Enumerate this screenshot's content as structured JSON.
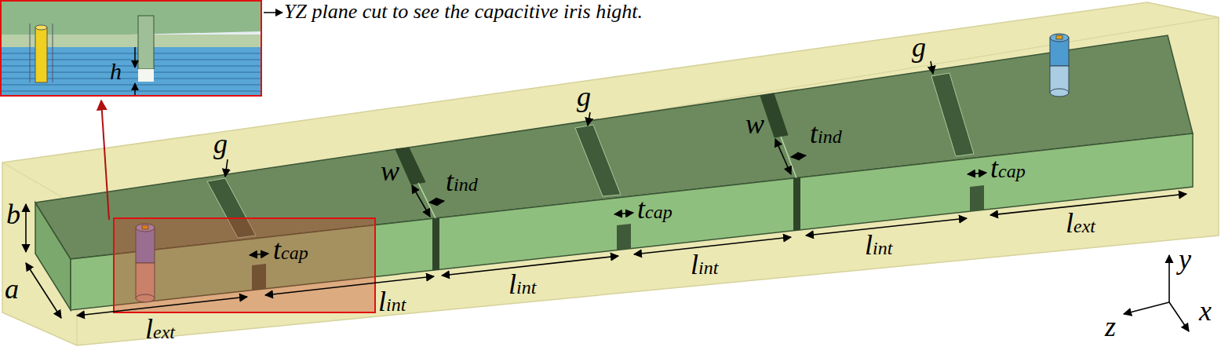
{
  "diagram": {
    "labels": [
      "YZ plane cut to see the capacitive iris hight.",
      "h",
      "g",
      "g",
      "g",
      "w",
      "w",
      "tind",
      "tind",
      "tcap",
      "tcap",
      "tcap",
      "b",
      "a",
      "lext",
      "lint",
      "lint",
      "lint",
      "lint",
      "lext",
      "y",
      "z",
      "x"
    ]
  }
}
